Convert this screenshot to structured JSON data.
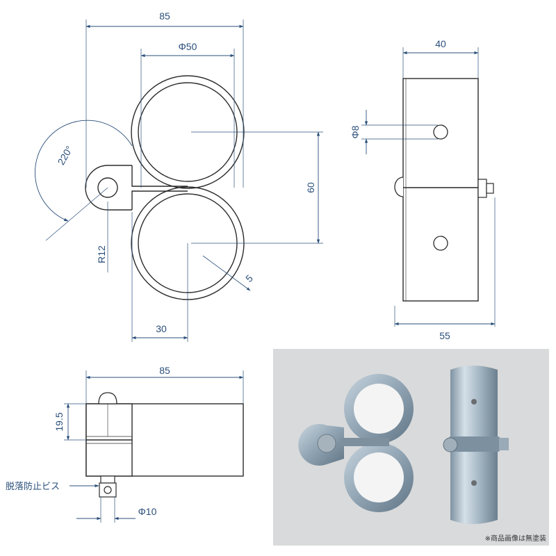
{
  "colors": {
    "dimension": "#2a4f7a",
    "outline": "#2b2b2b",
    "photo_background": "#d9dadb",
    "metal": "#9fb2c0"
  },
  "top_view": {
    "width_label": "85",
    "pipe_diameter_label": "Φ50",
    "pipe_spacing_label": "60",
    "rotation_label": "220°",
    "hinge_radius_label": "R12",
    "thickness_label": "5",
    "offset_label": "30"
  },
  "side_view": {
    "width_label": "40",
    "hole_diameter_label": "Φ8",
    "overall_width_label": "55"
  },
  "front_view": {
    "length_label": "85",
    "height_label": "19.5",
    "screw_label": "脱落防止ビス",
    "pin_diameter_label": "Φ10"
  },
  "photo": {
    "note": "※商品画像は無塗装"
  }
}
